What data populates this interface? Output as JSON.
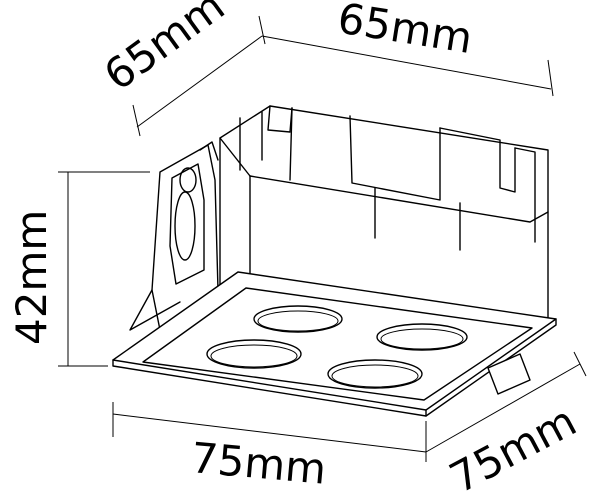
{
  "dimensions": {
    "top_depth": "65mm",
    "top_width": "65mm",
    "height": "42mm",
    "bottom_width": "75mm",
    "bottom_depth": "75mm"
  },
  "colors": {
    "line": "#000000",
    "background": "#ffffff"
  }
}
